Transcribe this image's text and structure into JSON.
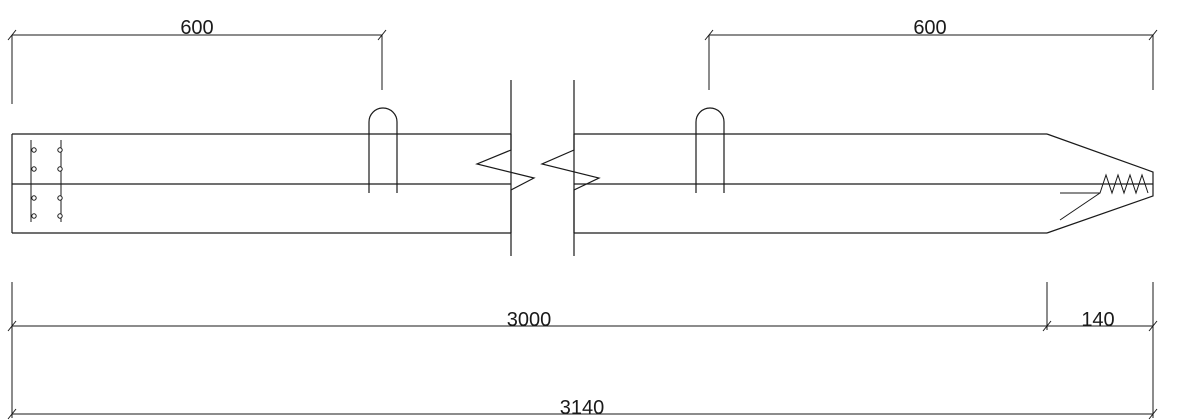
{
  "dimensions": {
    "top_left": "600",
    "top_right": "600",
    "body_length": "3000",
    "tip_length": "140",
    "total_length": "3140"
  }
}
